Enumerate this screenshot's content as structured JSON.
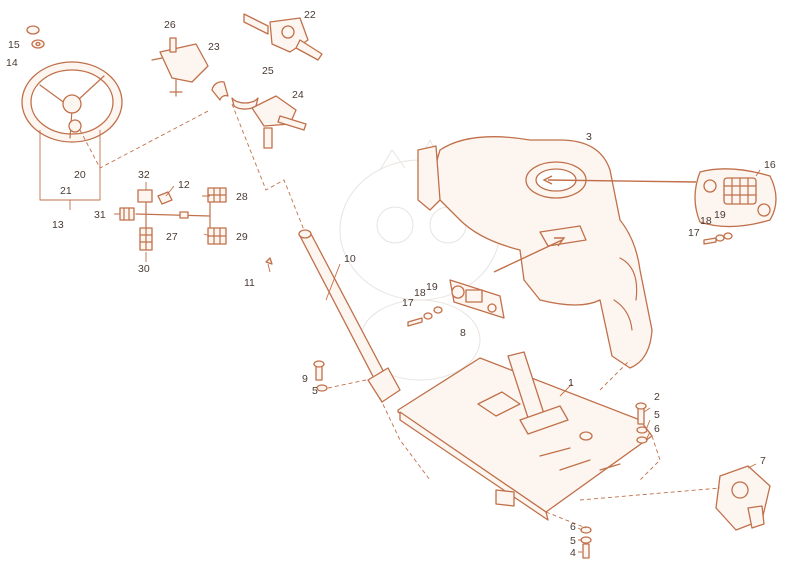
{
  "diagram": {
    "kind": "exploded-parts-view",
    "colors": {
      "line": "#c0704a",
      "text": "#4a3a32",
      "background": "#ffffff",
      "watermark": "#d9d2cc"
    },
    "callouts": {
      "c1": "1",
      "c2": "2",
      "c3": "3",
      "c4": "4",
      "c5a": "5",
      "c5b": "5",
      "c5c": "5",
      "c6a": "6",
      "c6b": "6",
      "c7": "7",
      "c8": "8",
      "c9": "9",
      "c10": "10",
      "c11": "11",
      "c12": "12",
      "c13": "13",
      "c14": "14",
      "c15": "15",
      "c16": "16",
      "c17a": "17",
      "c17b": "17",
      "c18a": "18",
      "c18b": "18",
      "c19a": "19",
      "c19b": "19",
      "c20": "20",
      "c21": "21",
      "c22": "22",
      "c23": "23",
      "c24": "24",
      "c25": "25",
      "c26": "26",
      "c27": "27",
      "c28": "28",
      "c29": "29",
      "c30": "30",
      "c31": "31",
      "c32": "32"
    }
  }
}
